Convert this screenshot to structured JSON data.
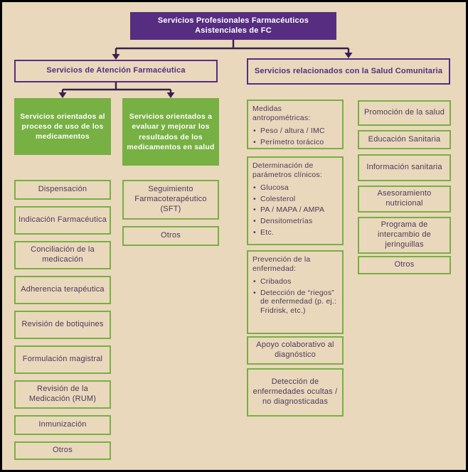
{
  "colors": {
    "background": "#ead8bc",
    "frame": "#000000",
    "purple": "#562d80",
    "green": "#77b043",
    "box_text": "#4a3a5a",
    "connector": "#38204d",
    "white": "#ffffff"
  },
  "root": {
    "label": "Servicios Profesionales Farmacéuticos Asistenciales de FC"
  },
  "pharma_branch": {
    "header": "Servicios de Atención Farmacéutica",
    "process_group": {
      "header": "Servicios orientados al proceso de uso de los medicamentos",
      "items": [
        "Dispensación",
        "Indicación Farmacéutica",
        "Conciliación de la medicación",
        "Adherencia terapéutica",
        "Revisión de botiquines",
        "Formulación magistral",
        "Revisión de la Medicación (RUM)",
        "Inmunización",
        "Otros"
      ]
    },
    "outcomes_group": {
      "header": "Servicios orientados a evaluar y mejorar los resultados de los medicamentos en salud",
      "items": [
        "Seguimiento Farmacoterapéutico (SFT)",
        "Otros"
      ]
    }
  },
  "community_branch": {
    "header": "Servicios relacionados con la Salud Comunitaria",
    "clinical_column": [
      {
        "title": "Medidas antropométricas:",
        "bullets": [
          "Peso / altura / IMC",
          "Perímetro torácico"
        ]
      },
      {
        "title": "Determinación de parámetros clínicos:",
        "bullets": [
          "Glucosa",
          "Colesterol",
          "PA / MAPA / AMPA",
          "Densitometrías",
          "Etc."
        ]
      },
      {
        "title": "Prevención de la enfermedad:",
        "bullets": [
          "Cribados",
          "Detección de “riegos” de enfermedad (p. ej.: Fridrisk, etc.)"
        ]
      },
      {
        "label": "Apoyo colaborativo al diagnóstico"
      },
      {
        "label": "Detección de enfermedades ocultas / no diagnosticadas"
      }
    ],
    "promotion_column": [
      "Promoción de la salud",
      "Educación Sanitaria",
      "Información sanitaria",
      "Asesoramiento nutricional",
      "Programa de intercambio de jeringuillas",
      "Otros"
    ]
  }
}
